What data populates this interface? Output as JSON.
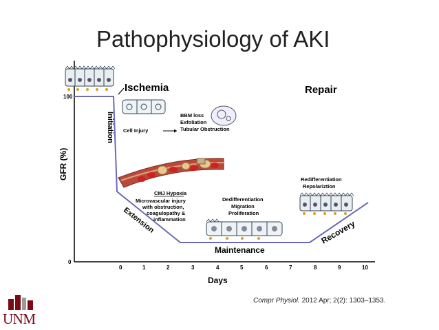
{
  "slide": {
    "title": "Pathophysiology of AKI",
    "citation_journal": "Compr Physiol.",
    "citation_rest": " 2012 Apr; 2(2): 1303–1353.",
    "logo_text": "UNM"
  },
  "diagram": {
    "y_axis_label": "GFR (%)",
    "x_axis_label": "Days",
    "y_ticks": [
      "100",
      "0"
    ],
    "x_ticks": [
      "0",
      "1",
      "2",
      "3",
      "4",
      "5",
      "6",
      "7",
      "8",
      "9",
      "10"
    ],
    "phase_ischemia": "Ischemia",
    "phase_repair": "Repair",
    "phase_initiation": "Initiation",
    "phase_extension": "Extension",
    "phase_maintenance": "Maintenance",
    "phase_recovery": "Recovery",
    "cell_injury": "Cell Injury",
    "bbm_lines": [
      "BBM loss",
      "Exfoliation",
      "Tubular Obstruction"
    ],
    "cmj_hypoxia": "CMJ Hypoxia",
    "microvascular_lines": [
      "Microvascular injury",
      "with obstruction,",
      "coagulopathy &",
      "inflammation"
    ],
    "dediff_lines": [
      "Dedifferentiation",
      "Migration",
      "Proliferation"
    ],
    "rediff_lines": [
      "Redifferentiation",
      "Repolariztion"
    ]
  }
}
